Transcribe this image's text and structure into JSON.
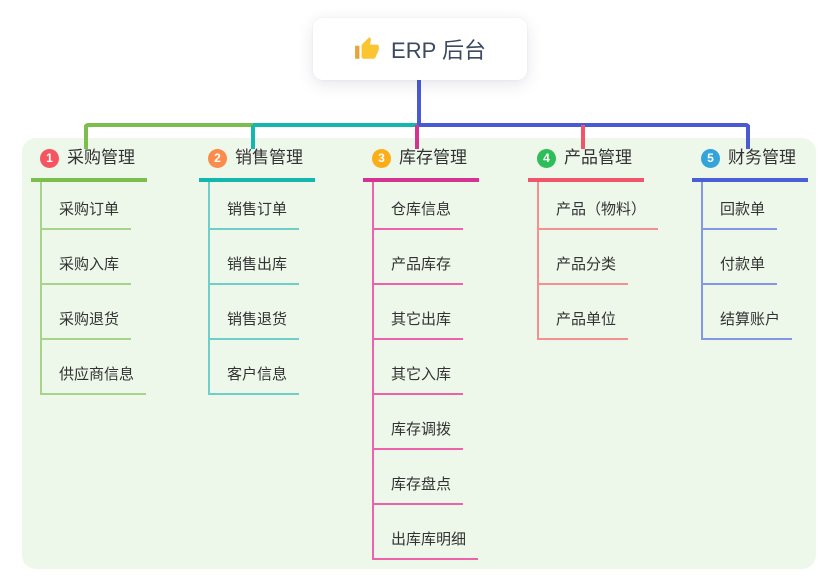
{
  "root": {
    "label": "ERP 后台",
    "icon": "thumbs-up-icon"
  },
  "branches": [
    {
      "index": "1",
      "label": "采购管理",
      "badge_color": "#F45560",
      "line_color": "#7CBE4E",
      "child_line_color": "#A6D489",
      "children": [
        "采购订单",
        "采购入库",
        "采购退货",
        "供应商信息"
      ]
    },
    {
      "index": "2",
      "label": "销售管理",
      "badge_color": "#FC8C4C",
      "line_color": "#14B7AE",
      "child_line_color": "#6FCEC7",
      "children": [
        "销售订单",
        "销售出库",
        "销售退货",
        "客户信息"
      ]
    },
    {
      "index": "3",
      "label": "库存管理",
      "badge_color": "#FBAE17",
      "line_color": "#D4348F",
      "child_line_color": "#EE62AB",
      "children": [
        "仓库信息",
        "产品库存",
        "其它出库",
        "其它入库",
        "库存调拨",
        "库存盘点",
        "出库库明细"
      ]
    },
    {
      "index": "4",
      "label": "产品管理",
      "badge_color": "#2FBD5B",
      "line_color": "#F1556A",
      "child_line_color": "#F59090",
      "children": [
        "产品（物料）",
        "产品分类",
        "产品单位"
      ]
    },
    {
      "index": "5",
      "label": "财务管理",
      "badge_color": "#33A3DC",
      "line_color": "#4A5FD6",
      "child_line_color": "#8298E6",
      "children": [
        "回款单",
        "付款单",
        "结算账户"
      ]
    }
  ],
  "colors": {
    "panel_bg": "#EDF7EA",
    "trunk_blue": "#4A5AD4",
    "trunk_green": "#7CBE4E",
    "trunk_teal": "#14B7AE",
    "drop_magenta": "#D4348F",
    "drop_red": "#F1556A",
    "root_text": "#3B4A5F",
    "node_text": "#333333"
  }
}
